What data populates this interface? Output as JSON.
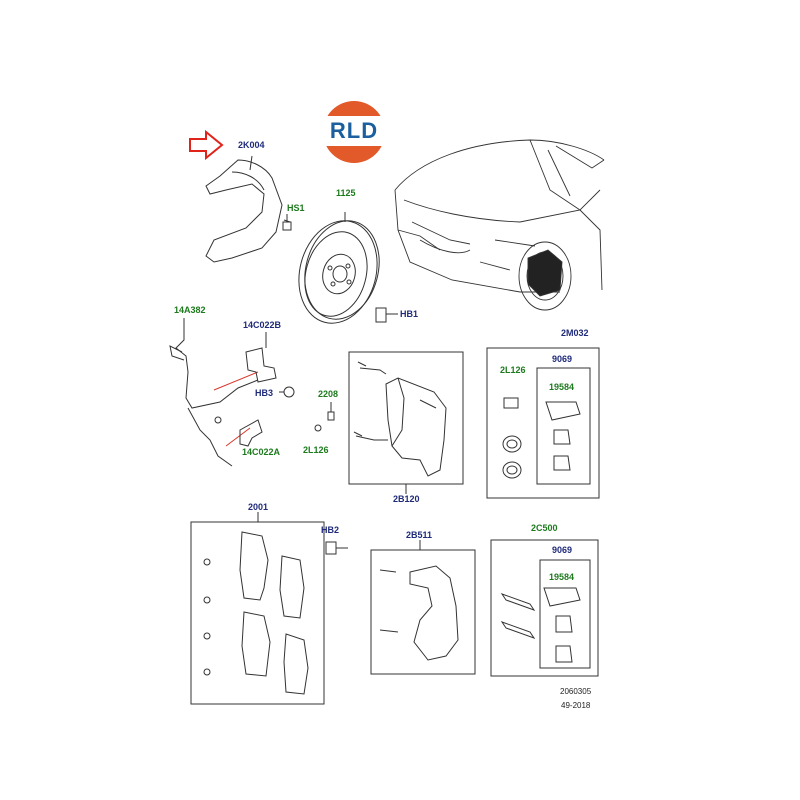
{
  "logo": {
    "text": "RLD",
    "colors": {
      "top": "#e2592a",
      "band": "#ffffff",
      "text": "#1b5f9e",
      "bottom": "#e2592a"
    }
  },
  "arrow": {
    "color": "#e0241b"
  },
  "labels": {
    "p2K004": "2K004",
    "pHS1": "HS1",
    "p1125": "1125",
    "pHB1": "HB1",
    "p14A382": "14A382",
    "p14C022B": "14C022B",
    "pHB3": "HB3",
    "p2208": "2208",
    "p2L126a": "2L126",
    "p14C022A": "14C022A",
    "p2B120": "2B120",
    "p2M032": "2M032",
    "p9069a": "9069",
    "p2L126b": "2L126",
    "p19584a": "19584",
    "p2001": "2001",
    "pHB2": "HB2",
    "p2B511": "2B511",
    "p2C500": "2C500",
    "p9069b": "9069",
    "p19584b": "19584"
  },
  "footer": {
    "drawing_no": "2060305",
    "date": "49-2018"
  },
  "colors": {
    "line": "#333333",
    "part_label_blue": "#1f2a7a",
    "part_label_green": "#1d7a1d",
    "leader_red": "#d8382c"
  }
}
